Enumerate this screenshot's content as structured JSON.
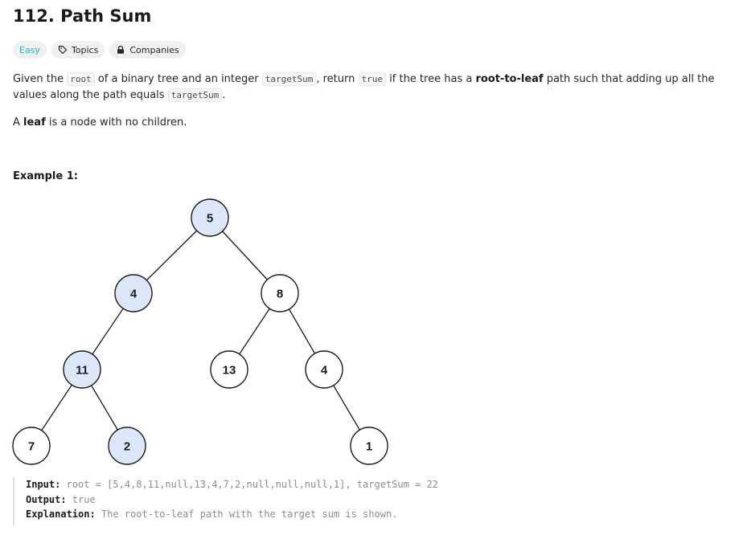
{
  "problem": {
    "title": "112. Path Sum",
    "tags": {
      "difficulty": "Easy",
      "topics": "Topics",
      "companies": "Companies"
    },
    "description": {
      "p1_part1": "Given the ",
      "p1_code1": "root",
      "p1_part2": " of a binary tree and an integer ",
      "p1_code2": "targetSum",
      "p1_part3": ", return ",
      "p1_code3": "true",
      "p1_part4": " if the tree has a ",
      "p1_bold": "root-to-leaf",
      "p1_part5": " path such that adding up all the values along the path equals ",
      "p1_code4": "targetSum",
      "p1_part6": ".",
      "p2_part1": "A ",
      "p2_bold": "leaf",
      "p2_part2": " is a node with no children."
    },
    "example": {
      "heading": "Example 1:",
      "input_label": "Input:",
      "input_value": "root = [5,4,8,11,null,13,4,7,2,null,null,null,1], targetSum = 22",
      "output_label": "Output:",
      "output_value": "true",
      "explanation_label": "Explanation:",
      "explanation_value": "The root-to-leaf path with the target sum is shown."
    }
  },
  "tree": {
    "highlight_color": "#dce8f9",
    "node_color": "#ffffff",
    "stroke_color": "#1a1a1a",
    "nodes": [
      {
        "label": "5",
        "highlighted": true
      },
      {
        "label": "4",
        "highlighted": true
      },
      {
        "label": "8",
        "highlighted": false
      },
      {
        "label": "11",
        "highlighted": true
      },
      {
        "label": "13",
        "highlighted": false
      },
      {
        "label": "4",
        "highlighted": false
      },
      {
        "label": "7",
        "highlighted": false
      },
      {
        "label": "2",
        "highlighted": true
      },
      {
        "label": "1",
        "highlighted": false
      }
    ]
  }
}
